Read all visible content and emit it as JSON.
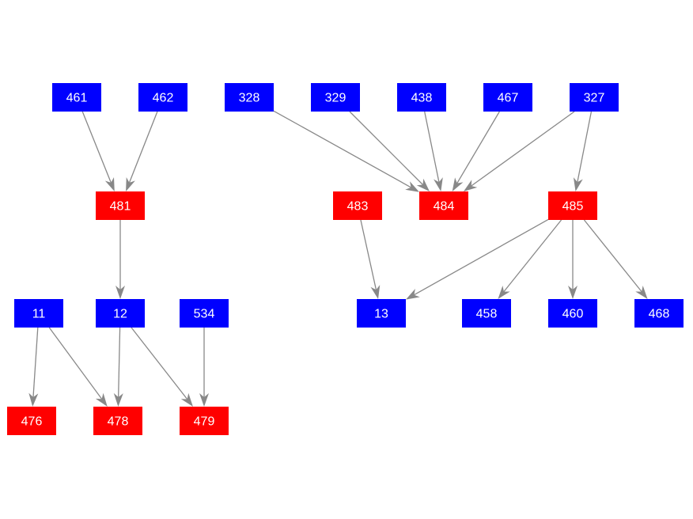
{
  "colors": {
    "background": "#ffffff",
    "red_node": "#ff0000",
    "blue_node": "#0000ff",
    "edge": "#888888",
    "label": "#ffffff"
  },
  "graph": {
    "nodes": [
      {
        "id": "461",
        "label": "461",
        "color": "blue"
      },
      {
        "id": "462",
        "label": "462",
        "color": "blue"
      },
      {
        "id": "328",
        "label": "328",
        "color": "blue"
      },
      {
        "id": "329",
        "label": "329",
        "color": "blue"
      },
      {
        "id": "438",
        "label": "438",
        "color": "blue"
      },
      {
        "id": "467",
        "label": "467",
        "color": "blue"
      },
      {
        "id": "327",
        "label": "327",
        "color": "blue"
      },
      {
        "id": "481",
        "label": "481",
        "color": "red"
      },
      {
        "id": "483",
        "label": "483",
        "color": "red"
      },
      {
        "id": "484",
        "label": "484",
        "color": "red"
      },
      {
        "id": "485",
        "label": "485",
        "color": "red"
      },
      {
        "id": "11",
        "label": "11",
        "color": "blue"
      },
      {
        "id": "12",
        "label": "12",
        "color": "blue"
      },
      {
        "id": "534",
        "label": "534",
        "color": "blue"
      },
      {
        "id": "13",
        "label": "13",
        "color": "blue"
      },
      {
        "id": "458",
        "label": "458",
        "color": "blue"
      },
      {
        "id": "460",
        "label": "460",
        "color": "blue"
      },
      {
        "id": "468",
        "label": "468",
        "color": "blue"
      },
      {
        "id": "476",
        "label": "476",
        "color": "red"
      },
      {
        "id": "478",
        "label": "478",
        "color": "red"
      },
      {
        "id": "479",
        "label": "479",
        "color": "red"
      }
    ],
    "edges": [
      {
        "from": "461",
        "to": "481"
      },
      {
        "from": "462",
        "to": "481"
      },
      {
        "from": "328",
        "to": "484"
      },
      {
        "from": "329",
        "to": "484"
      },
      {
        "from": "438",
        "to": "484"
      },
      {
        "from": "467",
        "to": "484"
      },
      {
        "from": "327",
        "to": "484"
      },
      {
        "from": "327",
        "to": "485"
      },
      {
        "from": "481",
        "to": "12"
      },
      {
        "from": "483",
        "to": "13"
      },
      {
        "from": "485",
        "to": "13"
      },
      {
        "from": "485",
        "to": "458"
      },
      {
        "from": "485",
        "to": "460"
      },
      {
        "from": "485",
        "to": "468"
      },
      {
        "from": "11",
        "to": "476"
      },
      {
        "from": "11",
        "to": "478"
      },
      {
        "from": "12",
        "to": "478"
      },
      {
        "from": "12",
        "to": "479"
      },
      {
        "from": "534",
        "to": "479"
      }
    ]
  }
}
